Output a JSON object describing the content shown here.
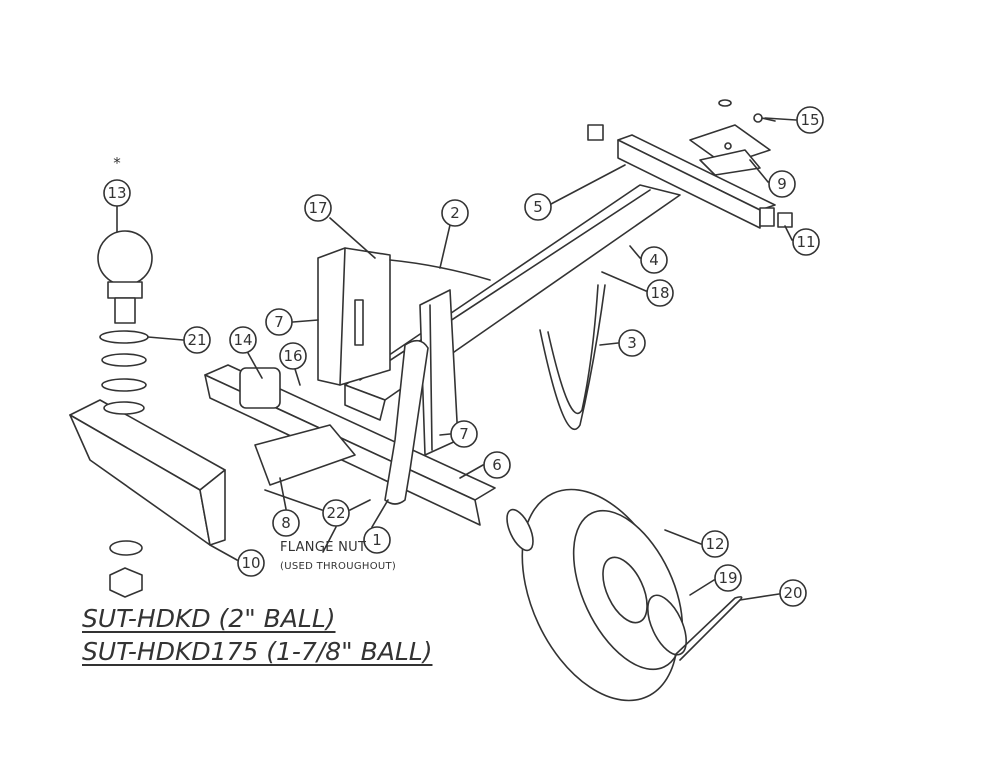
{
  "diagram": {
    "titles": [
      "SUT-HDKD (2\" BALL)",
      "SUT-HDKD175 (1-7/8\" BALL)"
    ],
    "note_line1": "FLANGE NUT",
    "note_line2": "(USED THROUGHOUT)",
    "asterisk": "*",
    "callouts": [
      {
        "id": "13",
        "part": "hitch-ball"
      },
      {
        "id": "17",
        "part": "upright-plate"
      },
      {
        "id": "2",
        "part": "brace"
      },
      {
        "id": "5",
        "part": "cross-tube"
      },
      {
        "id": "15",
        "part": "bolt"
      },
      {
        "id": "9",
        "part": "mount-plate"
      },
      {
        "id": "11",
        "part": "end-cap"
      },
      {
        "id": "4",
        "part": "tongue"
      },
      {
        "id": "18",
        "part": "pin"
      },
      {
        "id": "3",
        "part": "u-bracket"
      },
      {
        "id": "21",
        "part": "washers"
      },
      {
        "id": "14",
        "part": "clamp"
      },
      {
        "id": "16",
        "part": "bolt"
      },
      {
        "id": "7",
        "part": "side-plate"
      },
      {
        "id": "7",
        "part": "side-plate"
      },
      {
        "id": "6",
        "part": "axle-tube"
      },
      {
        "id": "8",
        "part": "saddle"
      },
      {
        "id": "22",
        "part": "flange-nut"
      },
      {
        "id": "1",
        "part": "arm"
      },
      {
        "id": "10",
        "part": "hitch-plate"
      },
      {
        "id": "12",
        "part": "wheel"
      },
      {
        "id": "19",
        "part": "washer"
      },
      {
        "id": "20",
        "part": "cotter-pin"
      }
    ]
  }
}
